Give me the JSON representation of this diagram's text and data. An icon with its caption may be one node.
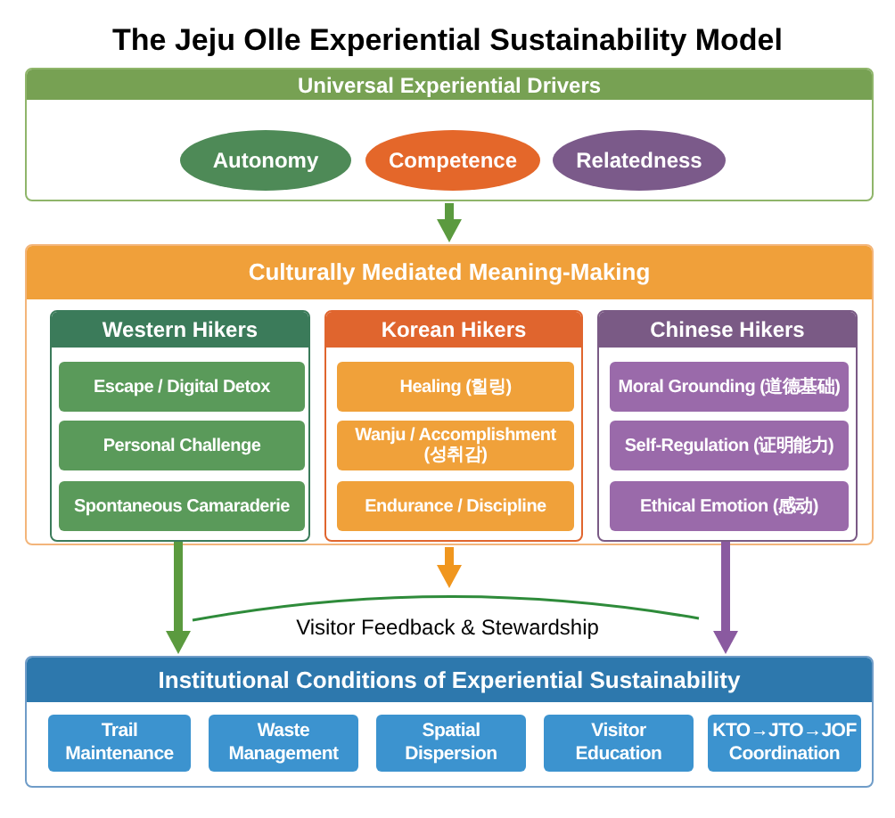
{
  "diagram": {
    "title": "The Jeju Olle Experiential Sustainability Model",
    "nodes": [
      {
        "text": [
          "Universal Experiential Drivers"
        ]
      },
      {
        "text": [
          "Autonomy"
        ],
        "in": 0
      },
      {
        "text": [
          "Competence"
        ],
        "in": 0
      },
      {
        "text": [
          "Relatedness"
        ],
        "in": 0
      },
      {
        "text": [
          "Culturally Mediated Meaning-Making"
        ]
      },
      {
        "text": [
          "Western Hikers"
        ],
        "in": 4
      },
      {
        "text": [
          "Escape / Digital Detox"
        ],
        "in": 5
      },
      {
        "text": [
          "Personal Challenge"
        ],
        "in": 5
      },
      {
        "text": [
          "Spontaneous Camaraderie"
        ],
        "in": 5
      },
      {
        "text": [
          "Korean Hikers"
        ],
        "in": 4
      },
      {
        "text": [
          "Healing (힐링)"
        ],
        "in": 9
      },
      {
        "text": [
          "Wanju / Accomplishment (성취감)"
        ],
        "in": 9
      },
      {
        "text": [
          "Endurance / Discipline"
        ],
        "in": 9
      },
      {
        "text": [
          "Chinese Hikers"
        ],
        "in": 4
      },
      {
        "text": [
          "Moral Grounding (道德基础)"
        ],
        "in": 13
      },
      {
        "text": [
          "Self-Regulation (证明能力)"
        ],
        "in": 13
      },
      {
        "text": [
          "Ethical Emotion (感动)"
        ],
        "in": 13
      },
      {
        "text": [
          "Institutional Conditions of Experiential Sustainability"
        ]
      },
      {
        "text": [
          "Trail Maintenance"
        ],
        "in": 17
      },
      {
        "text": [
          "Waste Management"
        ],
        "in": 17
      },
      {
        "text": [
          "Spatial Dispersion"
        ],
        "in": 17
      },
      {
        "text": [
          "Visitor Education"
        ],
        "in": 17
      },
      {
        "text": [
          "KTO→JTO→JOF Coordination"
        ],
        "in": 17
      }
    ],
    "edges": [
      {
        "from": 0,
        "to": 4,
        "arrow": "to"
      },
      {
        "from": 5,
        "to": 17,
        "arrow": "to"
      },
      {
        "from": 4,
        "to": null,
        "arrow": "to",
        "color": "#f0961e"
      },
      {
        "from": 13,
        "to": 17,
        "arrow": "to",
        "color": "#8a5aa0"
      }
    ],
    "labels": [
      "Visitor Feedback & Stewardship"
    ]
  }
}
